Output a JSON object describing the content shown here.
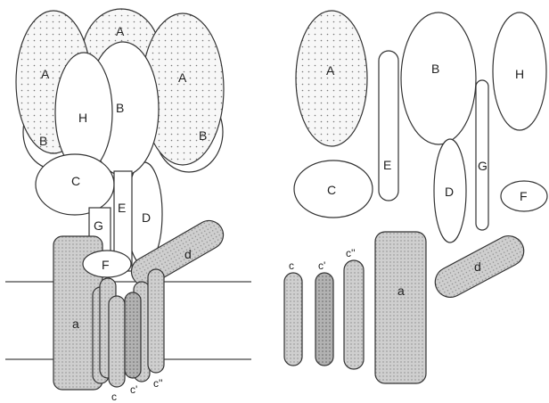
{
  "left_assembly": {
    "labels": {
      "A_top": "A",
      "A_left": "A",
      "A_right": "A",
      "H": "H",
      "B_center": "B",
      "B_left": "B",
      "B_right": "B",
      "C": "C",
      "G": "G",
      "E": "E",
      "D": "D",
      "F": "F",
      "d": "d",
      "a": "a",
      "c": "c",
      "c_prime": "c'",
      "c_dprime": "c''"
    }
  },
  "right_exploded": {
    "labels": {
      "A": "A",
      "B": "B",
      "H": "H",
      "C": "C",
      "E": "E",
      "D": "D",
      "G": "G",
      "F": "F",
      "a": "a",
      "d": "d",
      "c": "c",
      "c_prime": "c'",
      "c_dprime": "c''"
    }
  },
  "colors": {
    "dotted_fill": "#f4f4f4",
    "gray_fill": "#c9c9c9",
    "dark_gray_fill": "#a9a9a9",
    "stroke": "#333333",
    "membrane_line": "#444444"
  }
}
